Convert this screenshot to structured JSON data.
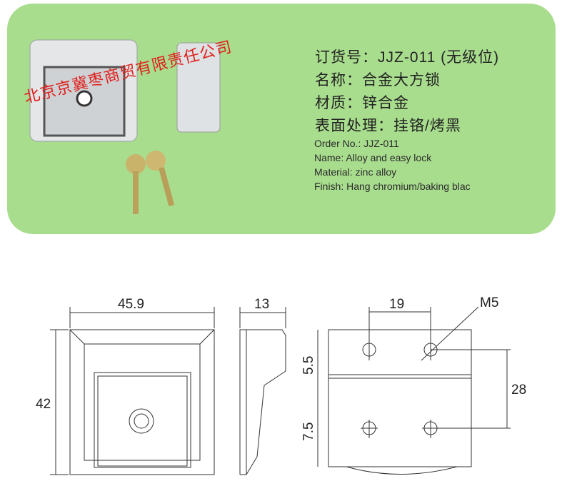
{
  "spec_cn": {
    "order": "订货号：JJZ-011 (无级位)",
    "name": "名称：合金大方锁",
    "material": "材质：锌合金",
    "finish": "表面处理：挂铬/烤黑"
  },
  "spec_en": {
    "order": "Order No.: JJZ-011",
    "name": "Name: Alloy and easy lock",
    "material": "Material: zinc alloy",
    "finish": "Finish: Hang chromium/baking blac"
  },
  "watermark": "北京京冀枣商贸有限责任公司",
  "dimensions": {
    "width": "45.9",
    "height": "42",
    "depth": "13",
    "hole_spacing": "19",
    "thread": "M5",
    "upper": "5.5",
    "lower": "7.5",
    "vertical_spacing": "28"
  },
  "colors": {
    "panel": "#a9dd8e",
    "watermark": "#e0201c"
  }
}
